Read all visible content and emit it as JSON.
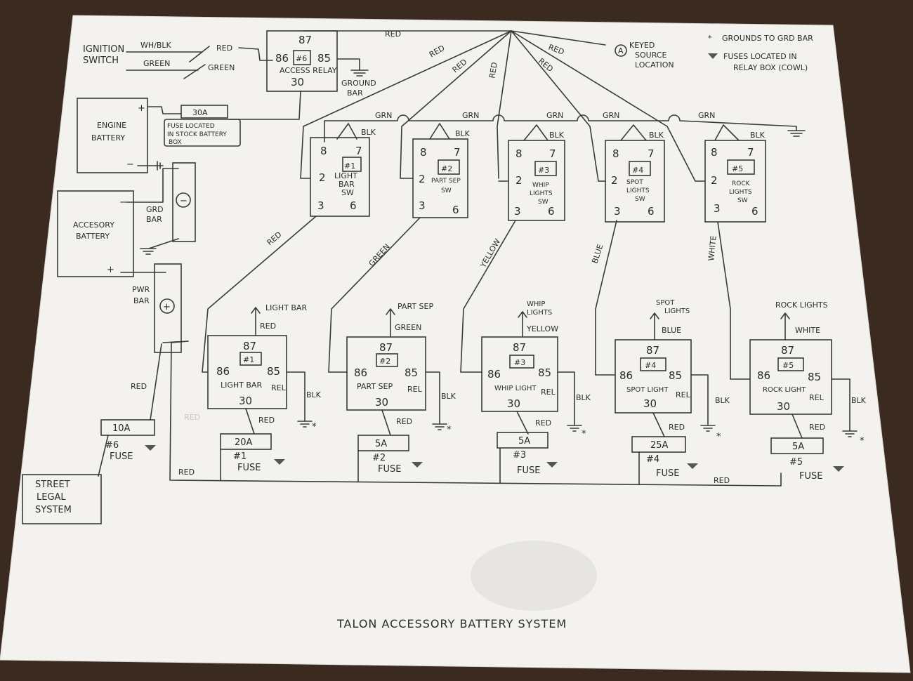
{
  "title": "TALON ACCESSORY BATTERY SYSTEM",
  "legend": {
    "grounds": "GROUNDS TO GRD BAR",
    "fuses": "FUSES LOCATED IN",
    "fuses_line2": "RELAY BOX (COWL)",
    "keyed": "KEYED",
    "keyed_line2": "SOURCE",
    "keyed_line3": "LOCATION",
    "keyed_marker": "A",
    "asterisk": "*"
  },
  "ignition": {
    "label": "IGNITION",
    "label_line2": "SWITCH",
    "wire_top": "WH/BLK",
    "wire_bottom": "GREEN",
    "out_top": "RED",
    "out_bottom": "GREEN"
  },
  "access_relay": {
    "pin87": "87",
    "pin86": "86",
    "pin85": "85",
    "pin30": "30",
    "num": "#6",
    "label": "ACCESS RELAY",
    "ground": "GROUND",
    "ground_line2": "BAR"
  },
  "engine_battery": {
    "label": "ENGINE",
    "label_line2": "BATTERY",
    "plus": "+",
    "minus": "−",
    "fuse": "30A",
    "fuse_note": "FUSE LOCATED",
    "fuse_note_line2": "IN STOCK BATTERY",
    "fuse_note_line3": "BOX"
  },
  "accessory_battery": {
    "label": "ACCESORY",
    "label_line2": "BATTERY",
    "plus": "+",
    "minus": "−"
  },
  "bars": {
    "grd_bar": "GRD",
    "grd_bar_line2": "BAR",
    "grd_symbol": "−",
    "pwr_bar": "PWR",
    "pwr_bar_line2": "BAR",
    "pwr_symbol": "+"
  },
  "main_fuse": {
    "rating": "10A",
    "num": "#6",
    "label": "FUSE",
    "wire": "RED"
  },
  "street": {
    "line1": "STREET",
    "line2": "LEGAL",
    "line3": "SYSTEM"
  },
  "wire_labels": {
    "red_top": "RED",
    "grn": "GRN",
    "blk": "BLK",
    "red_bottom": "RED",
    "red_bus_right": "RED",
    "red_faint": "RED"
  },
  "switches": [
    {
      "num": "#1",
      "name": "LIGHT",
      "name2": "BAR",
      "name3": "SW",
      "p8": "8",
      "p7": "7",
      "p2": "2",
      "p3": "3",
      "p6": "6",
      "feed": "RED",
      "out_wire": "RED"
    },
    {
      "num": "#2",
      "name": "PART SEP",
      "name2": "SW",
      "name3": "",
      "p8": "8",
      "p7": "7",
      "p2": "2",
      "p3": "3",
      "p6": "6",
      "feed": "RED",
      "out_wire": "GREEN"
    },
    {
      "num": "#3",
      "name": "WHIP",
      "name2": "LIGHTS",
      "name3": "SW",
      "p8": "8",
      "p7": "7",
      "p2": "2",
      "p3": "3",
      "p6": "6",
      "feed": "RED",
      "out_wire": "YELLOW"
    },
    {
      "num": "#4",
      "name": "SPOT",
      "name2": "LIGHTS",
      "name3": "SW",
      "p8": "8",
      "p7": "7",
      "p2": "2",
      "p3": "3",
      "p6": "6",
      "feed": "RED",
      "out_wire": "BLUE"
    },
    {
      "num": "#5",
      "name": "ROCK",
      "name2": "LIGHTS",
      "name3": "SW",
      "p8": "8",
      "p7": "7",
      "p2": "2",
      "p3": "3",
      "p6": "6",
      "feed": "",
      "out_wire": "WHITE"
    }
  ],
  "relays": [
    {
      "num": "#1",
      "name": "LIGHT BAR",
      "rel": "REL",
      "out": "LIGHT BAR",
      "out2": "",
      "out_wire": "RED",
      "fuse": "20A",
      "fuse_num": "#1",
      "fuse_label": "FUSE",
      "fuse_wire": "RED",
      "gnd_wire": "BLK"
    },
    {
      "num": "#2",
      "name": "PART SEP",
      "rel": "REL",
      "out": "PART SEP",
      "out2": "",
      "out_wire": "GREEN",
      "fuse": "5A",
      "fuse_num": "#2",
      "fuse_label": "FUSE",
      "fuse_wire": "RED",
      "gnd_wire": "BLK"
    },
    {
      "num": "#3",
      "name": "WHIP LIGHT",
      "rel": "REL",
      "out": "WHIP",
      "out2": "LIGHTS",
      "out_wire": "YELLOW",
      "fuse": "5A",
      "fuse_num": "#3",
      "fuse_label": "FUSE",
      "fuse_wire": "RED",
      "gnd_wire": "BLK"
    },
    {
      "num": "#4",
      "name": "SPOT LIGHT",
      "rel": "REL",
      "out": "SPOT",
      "out2": "LIGHTS",
      "out_wire": "BLUE",
      "fuse": "25A",
      "fuse_num": "#4",
      "fuse_label": "FUSE",
      "fuse_wire": "RED",
      "gnd_wire": "BLK"
    },
    {
      "num": "#5",
      "name": "ROCK LIGHT",
      "rel": "REL",
      "out": "ROCK LIGHTS",
      "out2": "",
      "out_wire": "WHITE",
      "fuse": "5A",
      "fuse_num": "#5",
      "fuse_label": "FUSE",
      "fuse_wire": "RED",
      "gnd_wire": "BLK"
    }
  ],
  "pins": {
    "p87": "87",
    "p86": "86",
    "p85": "85",
    "p30": "30"
  }
}
